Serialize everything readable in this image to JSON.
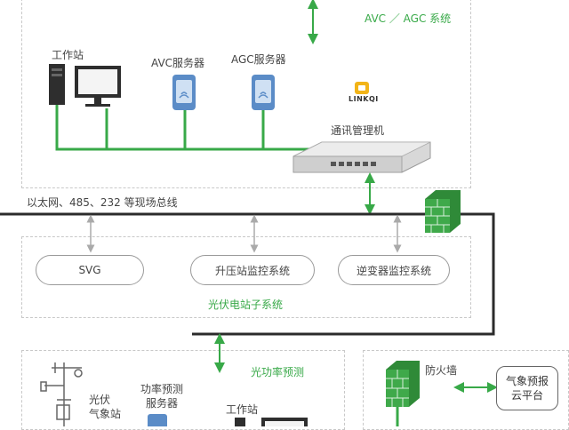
{
  "top_section": {
    "title": "AVC ／ AGC 系统",
    "workstation_label": "工作站",
    "avc_server_label": "AVC服务器",
    "agc_server_label": "AGC服务器",
    "brand_logo": "LINKQI",
    "comm_manager_label": "通讯管理机"
  },
  "bus": {
    "label": "以太网、485、232 等现场总线"
  },
  "pv_substation": {
    "title": "光伏电站子系统",
    "items": [
      {
        "label": "SVG"
      },
      {
        "label": "升压站监控系统"
      },
      {
        "label": "逆变器监控系统"
      }
    ]
  },
  "power_forecast": {
    "title": "光功率预测",
    "weather_station_label": [
      "光伏",
      "气象站"
    ],
    "forecast_server_label": [
      "功率预测",
      "服务器"
    ],
    "workstation_label": "工作站"
  },
  "firewall_section": {
    "firewall_label": "防火墙",
    "cloud_platform_label": [
      "气象预报",
      "云平台"
    ]
  },
  "colors": {
    "accent_green": "#38a948",
    "bus_line": "#2b2b2b",
    "dashed_border": "#c8c8c8"
  },
  "icons": [
    "workstation-tower-icon",
    "monitor-icon",
    "server-icon",
    "rack-switch-icon",
    "firewall-icon",
    "weather-station-icon",
    "brand-logo-icon"
  ]
}
